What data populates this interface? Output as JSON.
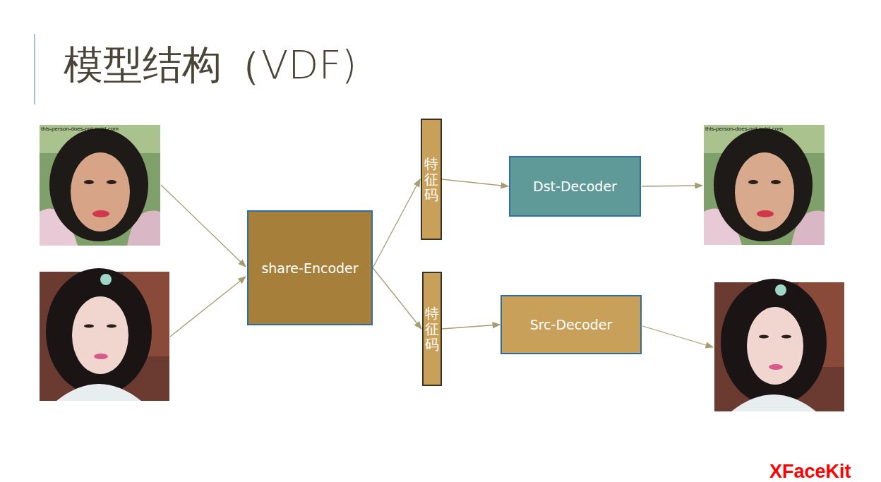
{
  "diagram": {
    "title": "模型结构（VDF)",
    "nodes": [
      {
        "text": [
          "share-Encoder"
        ]
      },
      {
        "text": [
          "特征码"
        ]
      },
      {
        "text": [
          "Dst-Decoder"
        ]
      },
      {
        "text": [
          "特征码"
        ]
      },
      {
        "text": [
          "Src-Decoder"
        ]
      }
    ],
    "edges": [
      {
        "from": 0,
        "to": 1,
        "arrow": "to"
      },
      {
        "from": 0,
        "to": 3,
        "arrow": "to"
      },
      {
        "from": 1,
        "to": 2,
        "arrow": "to"
      },
      {
        "from": 3,
        "to": 4,
        "arrow": "to"
      }
    ],
    "labels": [
      "this-person-does-not-exist.com",
      "this-person-does-not-exist.com",
      "XFaceKit"
    ]
  }
}
